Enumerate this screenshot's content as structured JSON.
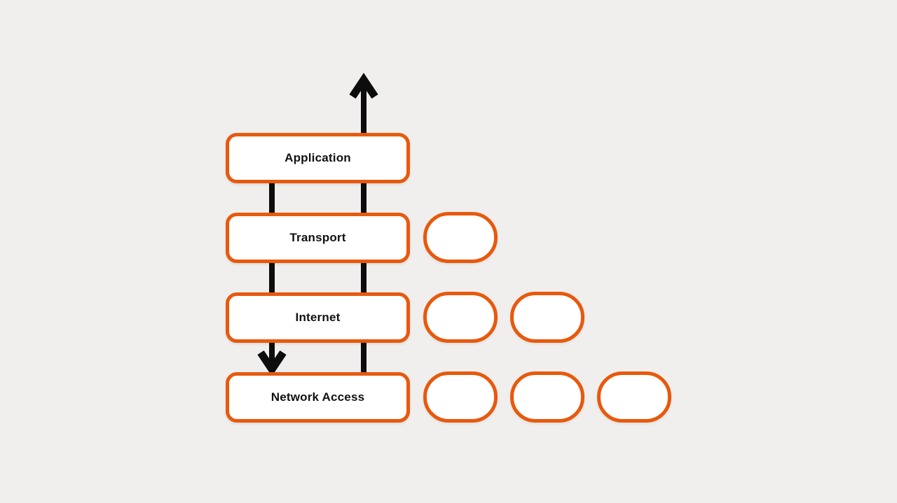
{
  "diagram": {
    "layers": [
      {
        "id": "application",
        "label": "Application"
      },
      {
        "id": "transport",
        "label": "Transport"
      },
      {
        "id": "internet",
        "label": "Internet"
      },
      {
        "id": "network-access",
        "label": "Network Access"
      }
    ],
    "placeholder_slots": {
      "transport_row": 1,
      "internet_row": 2,
      "network_access_row": 3
    },
    "arrows": [
      {
        "name": "upward-flow-arrow",
        "direction": "up",
        "side": "right"
      },
      {
        "name": "downward-flow-arrow",
        "direction": "down",
        "side": "left"
      }
    ],
    "colors": {
      "background": "#F0EFEE",
      "box_border": "#E8590C",
      "box_fill": "#FFFFFF",
      "arrow": "#0D0D0D",
      "label_text": "#111111"
    }
  }
}
